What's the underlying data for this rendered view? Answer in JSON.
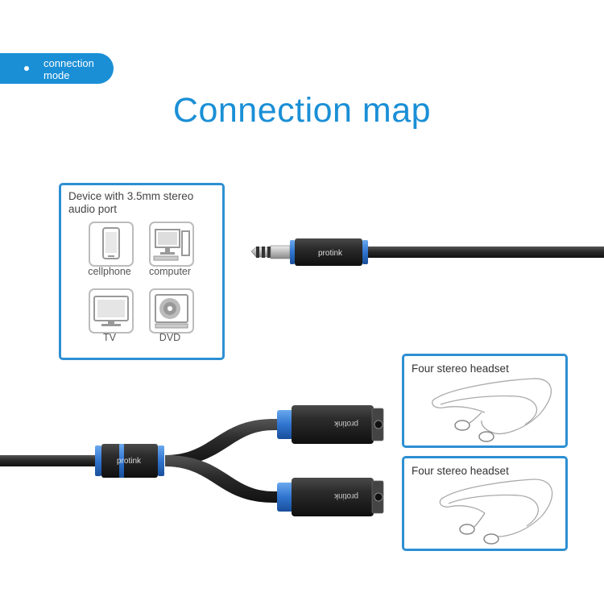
{
  "badge": {
    "label": "connection mode"
  },
  "title": "Connection map",
  "device_panel": {
    "title": "Device with 3.5mm stereo audio port",
    "devices": [
      {
        "label": "cellphone",
        "icon": "cellphone-icon"
      },
      {
        "label": "computer",
        "icon": "computer-icon"
      },
      {
        "label": "TV",
        "icon": "tv-icon"
      },
      {
        "label": "DVD",
        "icon": "dvd-icon"
      }
    ]
  },
  "headset_panels": [
    {
      "title": "Four stereo headset",
      "icon": "earphones-icon"
    },
    {
      "title": "Four stereo headset",
      "icon": "earphones-icon"
    }
  ],
  "brand": "protink",
  "colors": {
    "accent": "#1a8fd6",
    "cable": "#2b2b2b",
    "ring": "#3a7ed8"
  }
}
